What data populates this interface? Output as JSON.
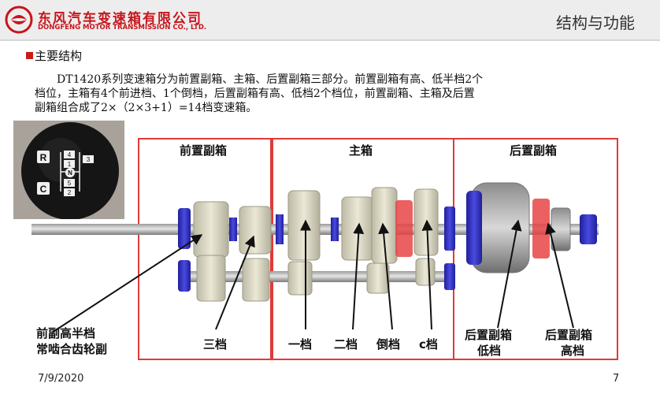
{
  "header": {
    "company_cn": "东风汽车变速箱有限公司",
    "company_en": "DONGFENG MOTOR TRANSMISSION CO., LTD.",
    "section_title": "结构与功能"
  },
  "subheading": "主要结构",
  "paragraph": {
    "line1": "DT1420系列变速箱分为前置副箱、主箱、后置副箱三部分。前置副箱有高、低半档2个",
    "line2": "档位，主箱有4个前进档、1个倒档，后置副箱有高、低档2个档位，前置副箱、主箱及后置",
    "line3": "副箱组合成了2×（2×3+1）=14档变速箱。"
  },
  "shift_knob": {
    "r": "R",
    "c": "C",
    "n": "N",
    "g4": "4",
    "g3": "3",
    "g1": "1",
    "g5": "5",
    "g2": "2"
  },
  "diagram": {
    "section_front": "前置副箱",
    "section_main": "主箱",
    "section_rear": "后置副箱",
    "label_front_1": "前副高半档",
    "label_front_2": "常啮合齿轮副",
    "label_third": "三档",
    "label_first": "一档",
    "label_second": "二档",
    "label_reverse": "倒档",
    "label_c": "c档",
    "label_rear_low_1": "后置副箱",
    "label_rear_low_2": "低档",
    "label_rear_high_1": "后置副箱",
    "label_rear_high_2": "高档"
  },
  "colors": {
    "brand_red": "#c8141b",
    "box_border": "#e03a3a",
    "gear": "#d9d6c4",
    "bearing": "#2f2fc0"
  },
  "footer": {
    "date": "7/9/2020",
    "page": "7"
  }
}
